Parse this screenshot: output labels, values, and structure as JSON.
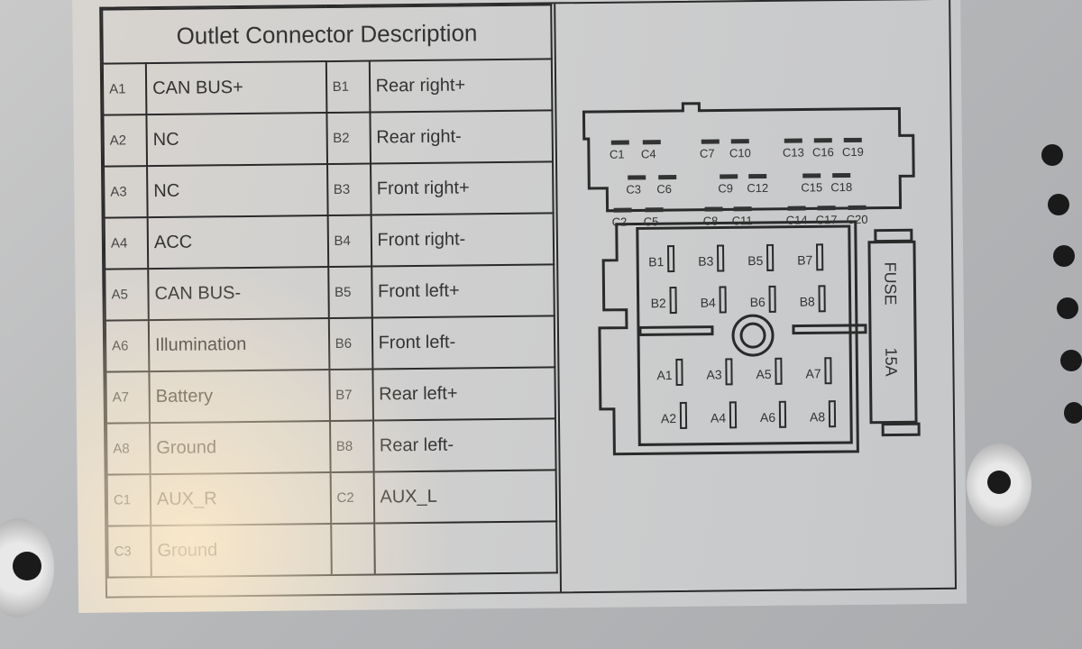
{
  "title": "Outlet Connector Description",
  "rows": [
    {
      "a_code": "A1",
      "a_desc": "CAN BUS+",
      "b_code": "B1",
      "b_desc": "Rear right+"
    },
    {
      "a_code": "A2",
      "a_desc": "NC",
      "b_code": "B2",
      "b_desc": "Rear right-"
    },
    {
      "a_code": "A3",
      "a_desc": "NC",
      "b_code": "B3",
      "b_desc": "Front right+"
    },
    {
      "a_code": "A4",
      "a_desc": "ACC",
      "b_code": "B4",
      "b_desc": "Front right-"
    },
    {
      "a_code": "A5",
      "a_desc": "CAN BUS-",
      "b_code": "B5",
      "b_desc": "Front left+"
    },
    {
      "a_code": "A6",
      "a_desc": "Illumination",
      "b_code": "B6",
      "b_desc": "Front left-"
    },
    {
      "a_code": "A7",
      "a_desc": "Battery",
      "b_code": "B7",
      "b_desc": "Rear left+"
    },
    {
      "a_code": "A8",
      "a_desc": "Ground",
      "b_code": "B8",
      "b_desc": "Rear left-"
    },
    {
      "a_code": "C1",
      "a_desc": "AUX_R",
      "b_code": "C2",
      "b_desc": "AUX_L"
    },
    {
      "a_code": "C3",
      "a_desc": "Ground",
      "b_code": "",
      "b_desc": ""
    }
  ],
  "diagram": {
    "c_row1": [
      "C1",
      "C4",
      "C7",
      "C10",
      "C13",
      "C16",
      "C19"
    ],
    "c_row2": [
      "C3",
      "C6",
      "C9",
      "C12",
      "C15",
      "C18"
    ],
    "c_row3": [
      "C2",
      "C5",
      "C8",
      "C11",
      "C14",
      "C17",
      "C20"
    ],
    "b_row1": [
      "B1",
      "B3",
      "B5",
      "B7"
    ],
    "b_row2": [
      "B2",
      "B4",
      "B6",
      "B8"
    ],
    "a_row1": [
      "A1",
      "A3",
      "A5",
      "A7"
    ],
    "a_row2": [
      "A2",
      "A4",
      "A6",
      "A8"
    ],
    "fuse_label": "FUSE",
    "fuse_rating": "15A"
  }
}
